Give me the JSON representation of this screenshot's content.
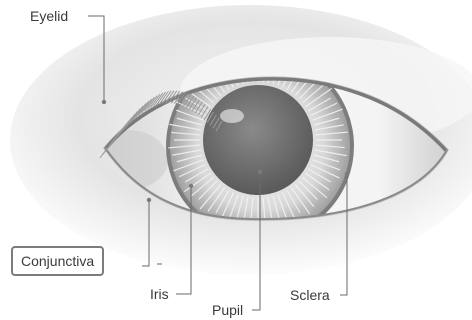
{
  "labels": {
    "eyelid": "Eyelid",
    "conjunctiva": "Conjunctiva",
    "iris": "Iris",
    "pupil": "Pupil",
    "sclera": "Sclera"
  },
  "colors": {
    "highlight_box": "#7c7c7c",
    "leader_line": "#6a6a6a",
    "text": "#3a3a3a"
  }
}
